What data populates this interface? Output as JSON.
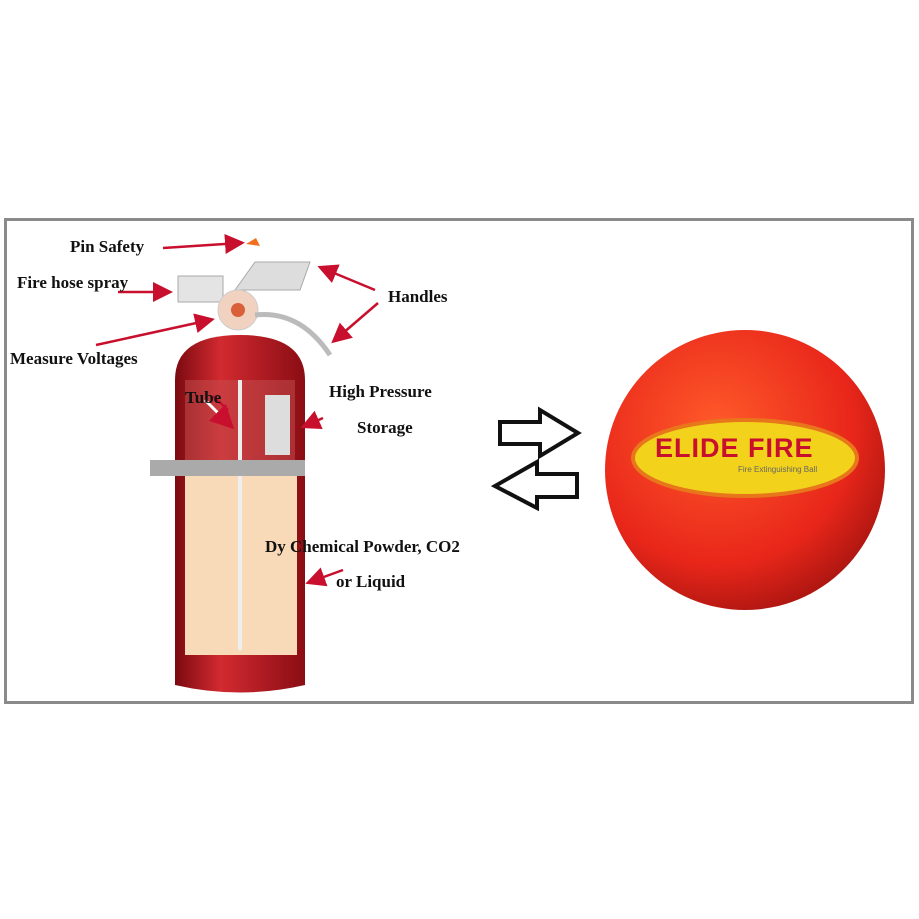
{
  "labels": {
    "pin_safety": "Pin Safety",
    "fire_hose_spray": "Fire hose spray",
    "measure_voltages": "Measure Voltages",
    "handles": "Handles",
    "tube": "Tube",
    "high_pressure": "High Pressure",
    "storage": "Storage",
    "powder": "Dy Chemical Powder, CO2",
    "liquid": "or Liquid"
  },
  "ball": {
    "brand": "ELIDE FIRE",
    "subtitle": "Fire Extinguishing Ball"
  },
  "colors": {
    "arrow": "#c8102e",
    "extinguisher": "#b5121b",
    "ball": "#e8261a",
    "label_yellow": "#f2d21a"
  }
}
